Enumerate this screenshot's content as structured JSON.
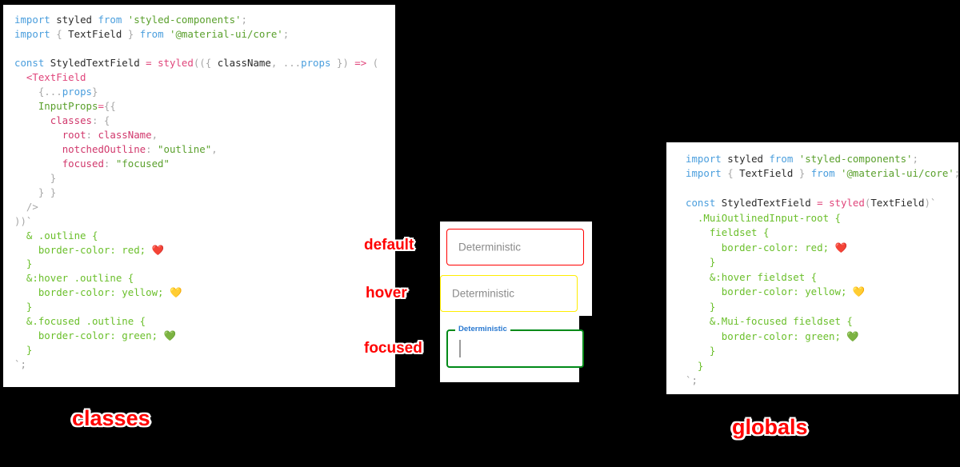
{
  "left_code_panel": {
    "name": "classes approach code",
    "lines": [
      [
        {
          "t": "kw",
          "v": "import"
        },
        {
          "t": "plain",
          "v": " styled "
        },
        {
          "t": "kw",
          "v": "from"
        },
        {
          "t": "plain",
          "v": " "
        },
        {
          "t": "str",
          "v": "'styled-components'"
        },
        {
          "t": "punct",
          "v": ";"
        }
      ],
      [
        {
          "t": "kw",
          "v": "import"
        },
        {
          "t": "punct",
          "v": " { "
        },
        {
          "t": "plain",
          "v": "TextField"
        },
        {
          "t": "punct",
          "v": " } "
        },
        {
          "t": "kw",
          "v": "from"
        },
        {
          "t": "plain",
          "v": " "
        },
        {
          "t": "str",
          "v": "'@material-ui/core'"
        },
        {
          "t": "punct",
          "v": ";"
        }
      ],
      [],
      [
        {
          "t": "kw",
          "v": "const"
        },
        {
          "t": "plain",
          "v": " StyledTextField "
        },
        {
          "t": "op",
          "v": "="
        },
        {
          "t": "plain",
          "v": " "
        },
        {
          "t": "fn",
          "v": "styled"
        },
        {
          "t": "punct",
          "v": "(({ "
        },
        {
          "t": "plain",
          "v": "className"
        },
        {
          "t": "punct",
          "v": ", "
        },
        {
          "t": "punct",
          "v": "..."
        },
        {
          "t": "var",
          "v": "props"
        },
        {
          "t": "punct",
          "v": " }) "
        },
        {
          "t": "op",
          "v": "=>"
        },
        {
          "t": "punct",
          "v": " ("
        }
      ],
      [
        {
          "t": "plain",
          "v": "  "
        },
        {
          "t": "fn",
          "v": "<TextField"
        }
      ],
      [
        {
          "t": "punct",
          "v": "    {..."
        },
        {
          "t": "var",
          "v": "props"
        },
        {
          "t": "punct",
          "v": "}"
        }
      ],
      [
        {
          "t": "plain",
          "v": "    "
        },
        {
          "t": "attr",
          "v": "InputProps"
        },
        {
          "t": "op",
          "v": "="
        },
        {
          "t": "punct",
          "v": "{{"
        }
      ],
      [
        {
          "t": "plain",
          "v": "      "
        },
        {
          "t": "prop",
          "v": "classes"
        },
        {
          "t": "punct",
          "v": ": {"
        }
      ],
      [
        {
          "t": "plain",
          "v": "        "
        },
        {
          "t": "prop",
          "v": "root"
        },
        {
          "t": "punct",
          "v": ": "
        },
        {
          "t": "prop",
          "v": "className"
        },
        {
          "t": "punct",
          "v": ","
        }
      ],
      [
        {
          "t": "plain",
          "v": "        "
        },
        {
          "t": "prop",
          "v": "notchedOutline"
        },
        {
          "t": "punct",
          "v": ": "
        },
        {
          "t": "str",
          "v": "\"outline\""
        },
        {
          "t": "punct",
          "v": ","
        }
      ],
      [
        {
          "t": "plain",
          "v": "        "
        },
        {
          "t": "prop",
          "v": "focused"
        },
        {
          "t": "punct",
          "v": ": "
        },
        {
          "t": "str",
          "v": "\"focused\""
        }
      ],
      [
        {
          "t": "punct",
          "v": "      }"
        }
      ],
      [
        {
          "t": "punct",
          "v": "    } }"
        }
      ],
      [
        {
          "t": "punct",
          "v": "  />"
        }
      ],
      [
        {
          "t": "punct",
          "v": "))"
        },
        {
          "t": "tick",
          "v": "`"
        }
      ],
      [
        {
          "t": "css",
          "v": "  & .outline {"
        }
      ],
      [
        {
          "t": "css",
          "v": "    border-color: red; "
        },
        {
          "t": "emoji",
          "v": "❤️"
        }
      ],
      [
        {
          "t": "css",
          "v": "  }"
        }
      ],
      [
        {
          "t": "css",
          "v": "  &:hover .outline {"
        }
      ],
      [
        {
          "t": "css",
          "v": "    border-color: yellow; "
        },
        {
          "t": "emoji",
          "v": "💛"
        }
      ],
      [
        {
          "t": "css",
          "v": "  }"
        }
      ],
      [
        {
          "t": "css",
          "v": "  &.focused .outline {"
        }
      ],
      [
        {
          "t": "css",
          "v": "    border-color: green; "
        },
        {
          "t": "emoji",
          "v": "💚"
        }
      ],
      [
        {
          "t": "css",
          "v": "  }"
        }
      ],
      [
        {
          "t": "tick",
          "v": "`;"
        }
      ]
    ]
  },
  "right_code_panel": {
    "name": "globals approach code",
    "lines": [
      [
        {
          "t": "kw",
          "v": "import"
        },
        {
          "t": "plain",
          "v": " styled "
        },
        {
          "t": "kw",
          "v": "from"
        },
        {
          "t": "plain",
          "v": " "
        },
        {
          "t": "str",
          "v": "'styled-components'"
        },
        {
          "t": "punct",
          "v": ";"
        }
      ],
      [
        {
          "t": "kw",
          "v": "import"
        },
        {
          "t": "punct",
          "v": " { "
        },
        {
          "t": "plain",
          "v": "TextField"
        },
        {
          "t": "punct",
          "v": " } "
        },
        {
          "t": "kw",
          "v": "from"
        },
        {
          "t": "plain",
          "v": " "
        },
        {
          "t": "str",
          "v": "'@material-ui/core'"
        },
        {
          "t": "punct",
          "v": ";"
        }
      ],
      [],
      [
        {
          "t": "kw",
          "v": "const"
        },
        {
          "t": "plain",
          "v": " StyledTextField "
        },
        {
          "t": "op",
          "v": "="
        },
        {
          "t": "plain",
          "v": " "
        },
        {
          "t": "fn",
          "v": "styled"
        },
        {
          "t": "punct",
          "v": "("
        },
        {
          "t": "plain",
          "v": "TextField"
        },
        {
          "t": "punct",
          "v": ")"
        },
        {
          "t": "tick",
          "v": "`"
        }
      ],
      [
        {
          "t": "css",
          "v": "  .MuiOutlinedInput-root {"
        }
      ],
      [
        {
          "t": "css",
          "v": "    fieldset {"
        }
      ],
      [
        {
          "t": "css",
          "v": "      border-color: red; "
        },
        {
          "t": "emoji",
          "v": "❤️"
        }
      ],
      [
        {
          "t": "css",
          "v": "    }"
        }
      ],
      [
        {
          "t": "css",
          "v": "    &:hover fieldset {"
        }
      ],
      [
        {
          "t": "css",
          "v": "      border-color: yellow; "
        },
        {
          "t": "emoji",
          "v": "💛"
        }
      ],
      [
        {
          "t": "css",
          "v": "    }"
        }
      ],
      [
        {
          "t": "css",
          "v": "    &.Mui-focused fieldset {"
        }
      ],
      [
        {
          "t": "css",
          "v": "      border-color: green; "
        },
        {
          "t": "emoji",
          "v": "💚"
        }
      ],
      [
        {
          "t": "css",
          "v": "    }"
        }
      ],
      [
        {
          "t": "css",
          "v": "  }"
        }
      ],
      [
        {
          "t": "tick",
          "v": "`;"
        }
      ]
    ]
  },
  "demo": {
    "fields": {
      "default": {
        "text": "Deterministic",
        "border_color": "#ff0000"
      },
      "hover": {
        "text": "Deterministic",
        "border_color": "#ffed00"
      },
      "focused": {
        "label": "Deterministic",
        "value": "",
        "border_color": "#008a18",
        "label_color": "#2878d0"
      }
    }
  },
  "annotations": {
    "default": "default",
    "hover": "hover",
    "focused": "focused",
    "classes": "classes",
    "globals": "globals",
    "color": "#ff0000"
  }
}
